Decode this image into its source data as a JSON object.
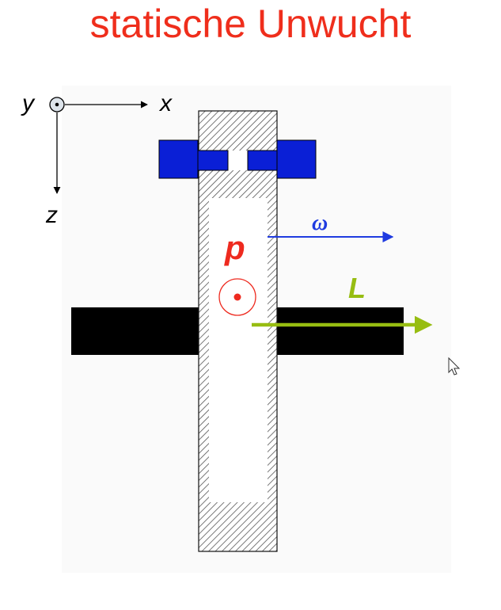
{
  "title": "statische Unwucht",
  "axes": {
    "y_label": "y",
    "x_label": "x",
    "z_label": "z"
  },
  "symbols": {
    "omega_label": "ω",
    "p_label": "p",
    "L_label": "L"
  },
  "colors": {
    "title": "#ef2e1c",
    "bearing": "#0a1fd6",
    "shaft": "#000000",
    "omega_arrow": "#1f3be0",
    "p_symbol": "#ee2a1f",
    "L_arrow": "#97bd12",
    "hatch": "#555555",
    "background_panel": "#fafafa"
  }
}
